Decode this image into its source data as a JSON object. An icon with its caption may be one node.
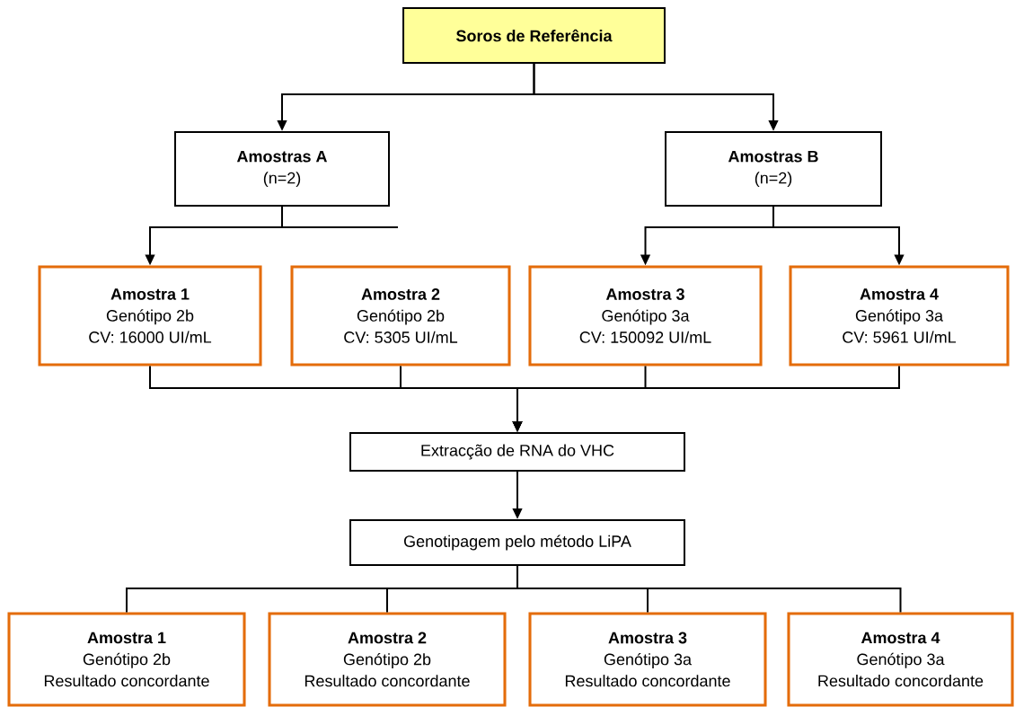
{
  "diagram": {
    "nodes": [
      {
        "text": [
          "Soros de Referência"
        ]
      },
      {
        "text": [
          "Amostras A",
          "(n=2)"
        ]
      },
      {
        "text": [
          "Amostras B",
          "(n=2)"
        ]
      },
      {
        "text": [
          "Amostra 1",
          "Genótipo 2b",
          "CV: 16000 UI/mL"
        ]
      },
      {
        "text": [
          "Amostra 2",
          "Genótipo 2b",
          "CV: 5305 UI/mL"
        ]
      },
      {
        "text": [
          "Amostra 3",
          "Genótipo 3a",
          "CV: 150092 UI/mL"
        ]
      },
      {
        "text": [
          "Amostra 4",
          "Genótipo 3a",
          "CV: 5961 UI/mL"
        ]
      },
      {
        "text": [
          "Extracção de RNA do VHC"
        ]
      },
      {
        "text": [
          "Genotipagem pelo método LiPA"
        ]
      },
      {
        "text": [
          "Amostra 1",
          "Genótipo 2b",
          "Resultado concordante"
        ]
      },
      {
        "text": [
          "Amostra 2",
          "Genótipo 2b",
          "Resultado concordante"
        ]
      },
      {
        "text": [
          "Amostra 3",
          "Genótipo 3a",
          "Resultado concordante"
        ]
      },
      {
        "text": [
          "Amostra 4",
          "Genótipo 3a",
          "Resultado concordante"
        ]
      }
    ],
    "edges": [
      {
        "from": 0,
        "to": 1,
        "arrow": "to"
      },
      {
        "from": 0,
        "to": 2,
        "arrow": "to"
      },
      {
        "from": 1,
        "to": 3,
        "arrow": "to"
      },
      {
        "from": 1,
        "to": null,
        "arrow": "none"
      },
      {
        "from": 2,
        "to": 5,
        "arrow": "to"
      },
      {
        "from": 2,
        "to": 6,
        "arrow": "to"
      },
      {
        "from": 3,
        "to": 7,
        "arrow": "to"
      },
      {
        "from": 4,
        "to": 7,
        "arrow": "to"
      },
      {
        "from": 5,
        "to": 7,
        "arrow": "to"
      },
      {
        "from": 6,
        "to": 7,
        "arrow": "to"
      },
      {
        "from": 7,
        "to": 8,
        "arrow": "to"
      },
      {
        "from": 8,
        "to": 9,
        "arrow": "none"
      },
      {
        "from": 8,
        "to": 10,
        "arrow": "none"
      },
      {
        "from": 8,
        "to": 11,
        "arrow": "none"
      },
      {
        "from": 8,
        "to": 12,
        "arrow": "none"
      }
    ]
  }
}
